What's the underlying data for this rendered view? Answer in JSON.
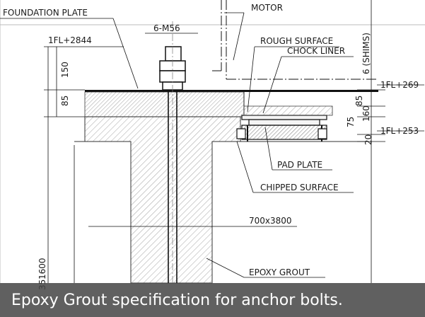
{
  "drawing": {
    "labels": {
      "foundation_plate": "FOUNDATION PLATE",
      "bolt_spec": "6-M56",
      "motor": "MOTOR",
      "rough_surface": "ROUGH SURFACE",
      "chock_liner": "CHOCK LINER",
      "shims": "6 (SHIMS)",
      "elev_top_left": "1FL+2844",
      "elev_right_upper": "1FL+269",
      "elev_right_lower": "1FL+253",
      "pad_plate": "PAD PLATE",
      "chipped_surface": "CHIPPED SURFACE",
      "pit_size": "700x3800",
      "epoxy_grout": "EPOXY GROUT"
    },
    "dimensions": {
      "d150": "150",
      "d85_left": "85",
      "d85_right": "85",
      "d160": "160",
      "d75": "75",
      "d20": "20",
      "d1600": "1600",
      "d35": "35"
    }
  },
  "caption": "Epoxy Grout specification for anchor bolts."
}
